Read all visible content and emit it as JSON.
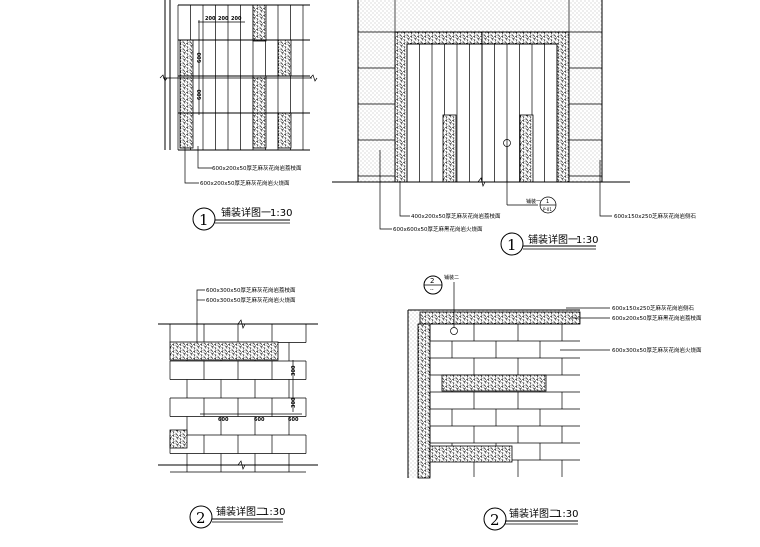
{
  "detail_1_plan": {
    "dims": [
      "200",
      "200",
      "200"
    ],
    "vdims": [
      "600",
      "600"
    ],
    "callouts": [
      "600x200x50厚芝麻灰花岗岩荔枝面",
      "600x200x50厚芝麻灰花岗岩火烧面"
    ],
    "title": {
      "num": "1",
      "name": "铺装详图一",
      "scale": "1:30"
    }
  },
  "detail_1_elev": {
    "callouts_left": [
      "400x200x50厚芝麻灰花岗岩荔枝面",
      "600x600x50厚芝麻黑花岗岩火烧面"
    ],
    "callout_right": "600x150x250芝麻灰花岗岩侧石",
    "section_tag": {
      "prefix": "铺装一",
      "num": "1",
      "sub": "P-01"
    },
    "title": {
      "num": "1",
      "name": "铺装详图一",
      "scale": "1:30"
    }
  },
  "detail_2_plan": {
    "callouts": [
      "600x300x50厚芝麻灰花岗岩荔枝面",
      "600x300x50厚芝麻灰花岗岩火烧面"
    ],
    "dims": [
      "600",
      "600",
      "600"
    ],
    "vdims": [
      "300",
      "300"
    ],
    "title": {
      "num": "2",
      "name": "铺装详图二",
      "scale": "1:30"
    }
  },
  "detail_2_elev": {
    "section_tag": {
      "num": "2",
      "sub": "--",
      "label": "铺装二"
    },
    "callouts": [
      "600x150x250芝麻灰花岗岩侧石",
      "600x200x50厚芝麻黑花岗岩荔枝面",
      "600x300x50厚芝麻灰花岗岩火烧面"
    ],
    "title": {
      "num": "2",
      "name": "铺装详图二",
      "scale": "1:30"
    }
  }
}
